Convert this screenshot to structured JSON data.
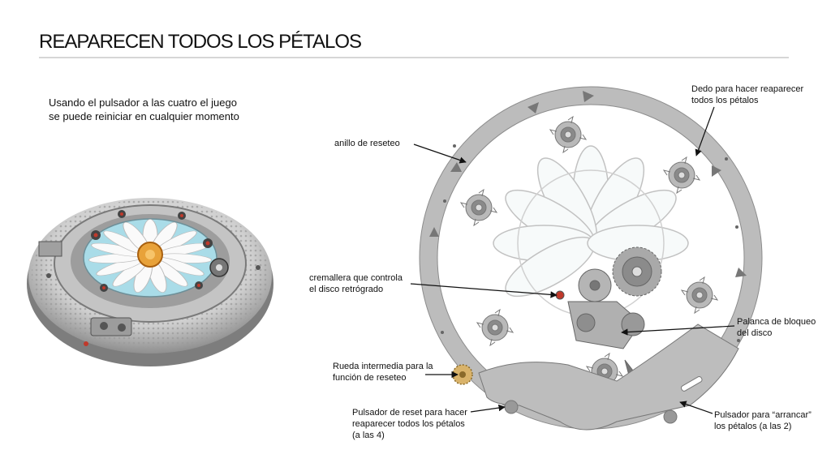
{
  "slide": {
    "title": "REAPARECEN TODOS LOS PÉTALOS",
    "intro": [
      "Usando el pulsador a las cuatro el juego",
      "se puede reiniciar en cualquier  momento"
    ]
  },
  "labels": {
    "anillo": [
      "anillo de reseteo"
    ],
    "dedo": [
      "Dedo para hacer reaparecer",
      "todos los pétalos"
    ],
    "cremallera": [
      "cremallera que controla",
      "el disco retrógrado"
    ],
    "palanca": [
      "Palanca de bloqueo",
      "del disco"
    ],
    "rueda": [
      "Rueda intermedia para la",
      "función de reseteo"
    ],
    "pulsador_reset": [
      "Pulsador de reset para hacer",
      "reaparecer todos los pétalos",
      "(a las 4)"
    ],
    "pulsador_arrancar": [
      "Pulsador para “arrancar”",
      "los pétalos (a las 2)"
    ]
  },
  "colors": {
    "ring": "#bcbcbc",
    "ring_dark": "#8c8c8c",
    "petal_fill": "#eef6f6",
    "dial_blue": "#a9dce8",
    "center_gold": "#e8a23a",
    "jewel_red": "#c0392b"
  }
}
